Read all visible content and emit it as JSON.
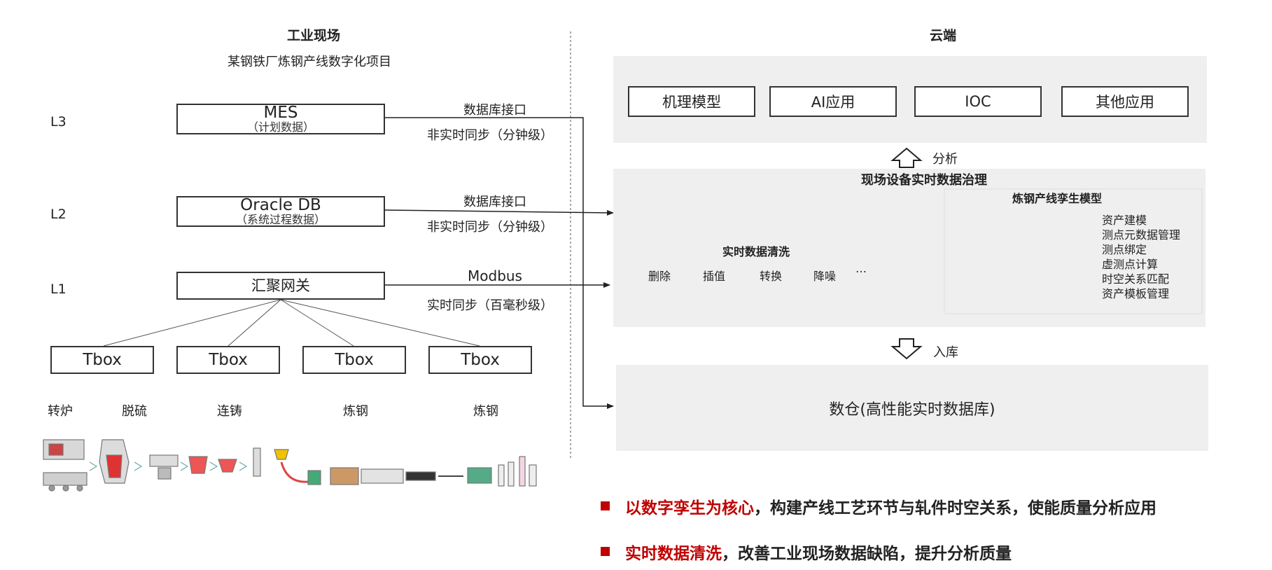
{
  "left": {
    "title": "工业现场",
    "subtitle": "某钢铁厂炼钢产线数字化项目",
    "levels": [
      "L3",
      "L2",
      "L1"
    ],
    "systems": {
      "mes": {
        "name": "MES",
        "note": "（计划数据）"
      },
      "oracle": {
        "name": "Oracle DB",
        "note": "（系统过程数据）"
      },
      "gateway": {
        "name": "汇聚网关"
      }
    },
    "tboxes": [
      "Tbox",
      "Tbox",
      "Tbox",
      "Tbox"
    ],
    "processes": [
      "转炉",
      "脱硫",
      "连铸",
      "炼钢",
      "炼钢"
    ]
  },
  "connections": [
    {
      "top": "数据库接口",
      "bottom": "非实时同步（分钟级）"
    },
    {
      "top": "数据库接口",
      "bottom": "非实时同步（分钟级）"
    },
    {
      "top": "Modbus",
      "bottom": "实时同步（百毫秒级）"
    }
  ],
  "cloud": {
    "title": "云端",
    "apps": [
      "机理模型",
      "AI应用",
      "IOC",
      "其他应用"
    ],
    "analysis_label": "分析",
    "governance_title": "现场设备实时数据治理",
    "cleaning": {
      "title": "实时数据清洗",
      "ops": [
        "删除",
        "插值",
        "转换",
        "降噪",
        "…"
      ]
    },
    "twin": {
      "title": "炼钢产线孪生模型",
      "features": [
        "资产建模",
        "测点元数据管理",
        "测点绑定",
        "虚测点计算",
        "时空关系匹配",
        "资产模板管理"
      ]
    },
    "store_label": "入库",
    "warehouse": "数仓(高性能实时数据库)"
  },
  "highlights": [
    {
      "red": "以数字孪生为核心",
      "rest": "，构建产线工艺环节与轧件时空关系，使能质量分析应用"
    },
    {
      "red": "实时数据清洗",
      "rest": "，改善工业现场数据缺陷，提升分析质量"
    }
  ],
  "colors": {
    "accent_red": "#c00000",
    "panel_gray": "#efefef",
    "line": "#333333"
  }
}
